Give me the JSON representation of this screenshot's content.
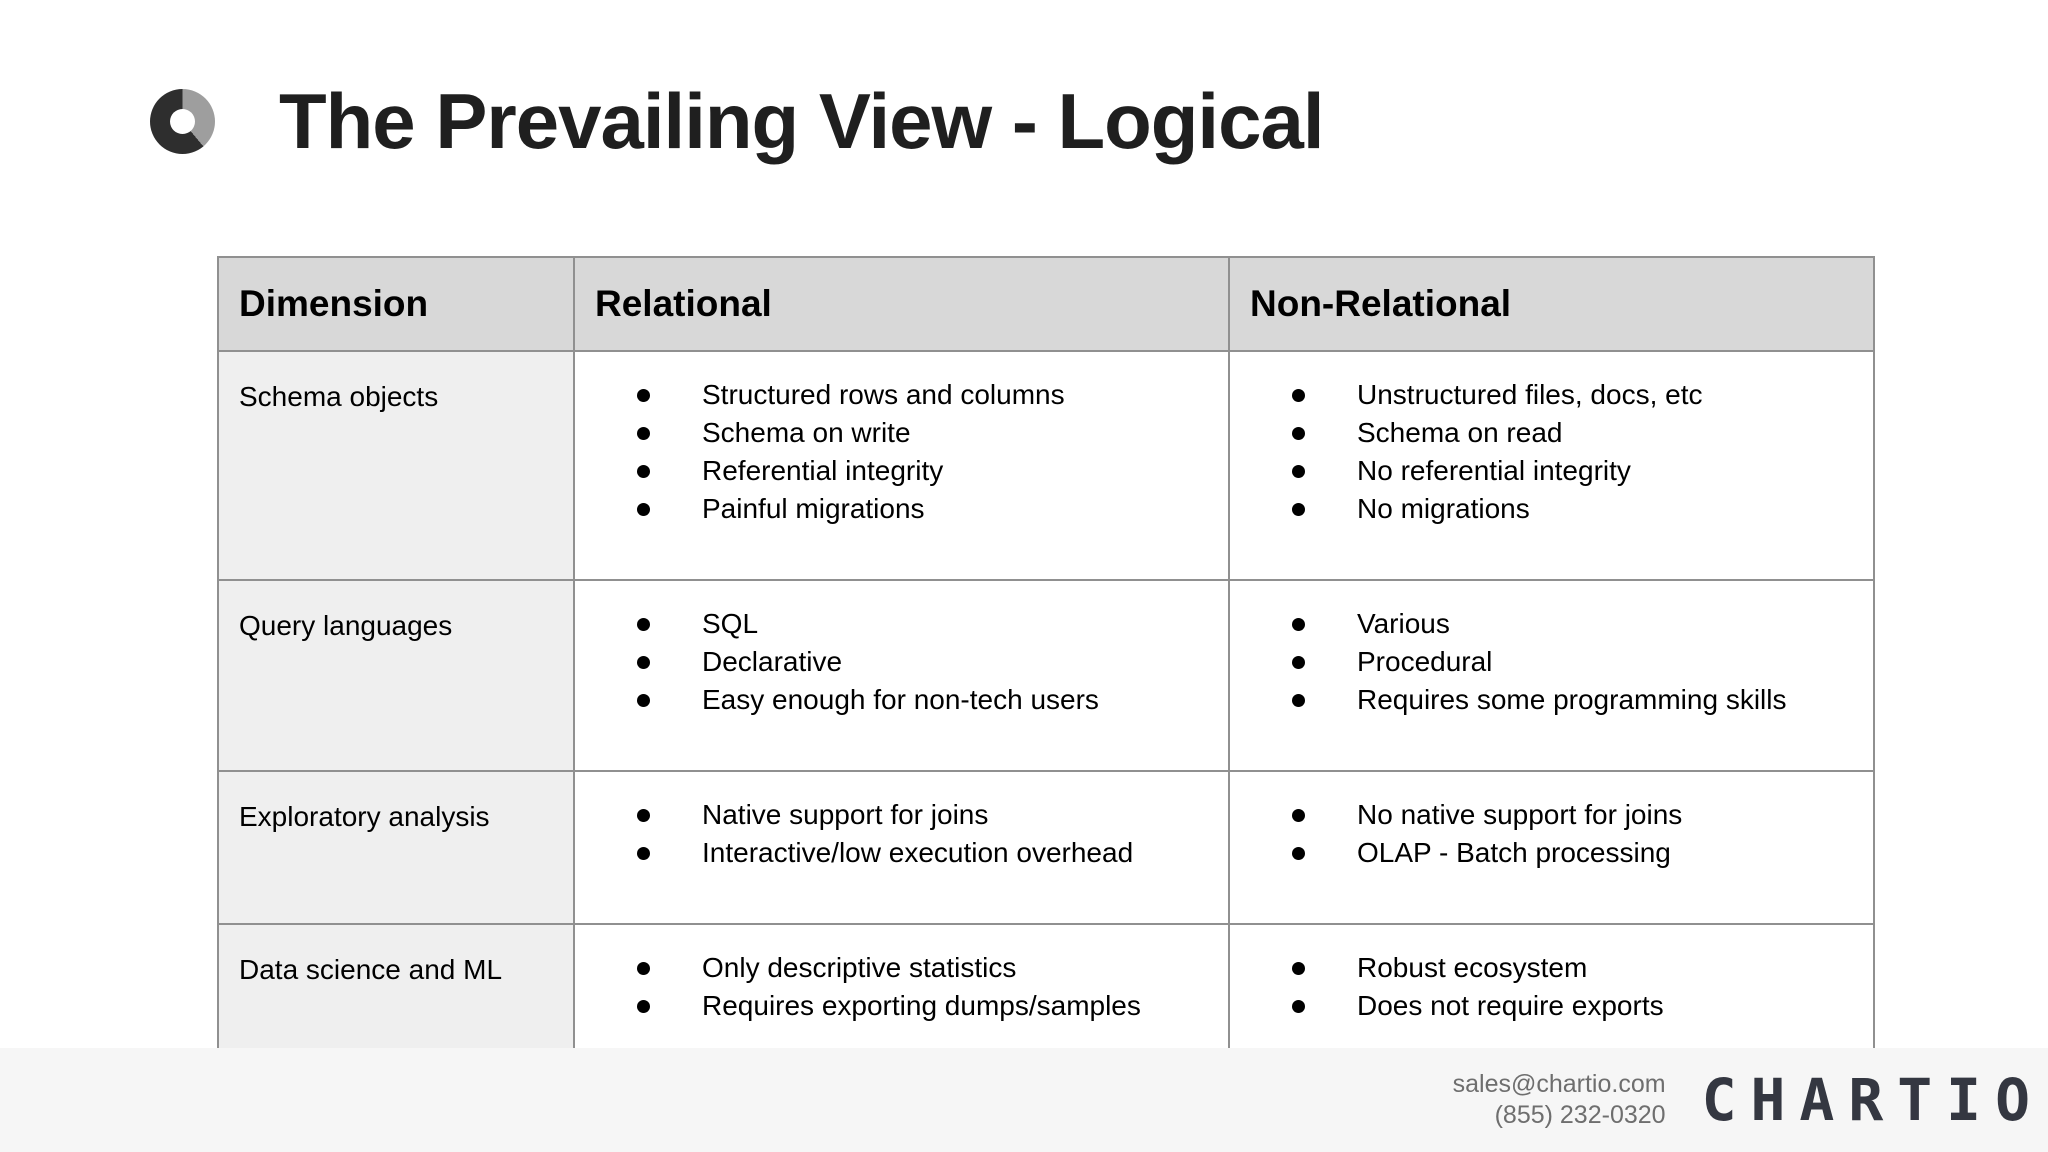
{
  "slide": {
    "title": "The Prevailing View - Logical"
  },
  "logo": {
    "icon": "donut-chart-logo",
    "dark_color": "#2e2e2e",
    "light_color": "#9e9e9e"
  },
  "table": {
    "headers": [
      "Dimension",
      "Relational",
      "Non-Relational"
    ],
    "rows": [
      {
        "dimension": "Schema objects",
        "relational": [
          "Structured rows and columns",
          "Schema on write",
          "Referential integrity",
          "Painful migrations"
        ],
        "non_relational": [
          "Unstructured files, docs, etc",
          "Schema on read",
          "No referential integrity",
          "No migrations"
        ]
      },
      {
        "dimension": "Query languages",
        "relational": [
          "SQL",
          "Declarative",
          "Easy enough for non-tech users"
        ],
        "non_relational": [
          "Various",
          "Procedural",
          "Requires some programming skills"
        ]
      },
      {
        "dimension": "Exploratory analysis",
        "relational": [
          "Native support for joins",
          "Interactive/low execution overhead"
        ],
        "non_relational": [
          "No native support for joins",
          "OLAP - Batch processing"
        ]
      },
      {
        "dimension": "Data science and ML",
        "relational": [
          "Only descriptive statistics",
          "Requires exporting dumps/samples"
        ],
        "non_relational": [
          "Robust ecosystem",
          "Does not require exports"
        ]
      }
    ]
  },
  "footer": {
    "email": "sales@chartio.com",
    "phone": "(855) 232-0320",
    "brand": "CHARTIO"
  },
  "colors": {
    "header_bg": "#d8d8d8",
    "dimension_col_bg": "#efefef",
    "cell_bg": "#ffffff",
    "table_border": "#909090",
    "footer_bg": "#f6f6f6",
    "title_color": "#1f1f1f",
    "contact_color": "#6e6e6e",
    "brand_color": "#343741"
  }
}
